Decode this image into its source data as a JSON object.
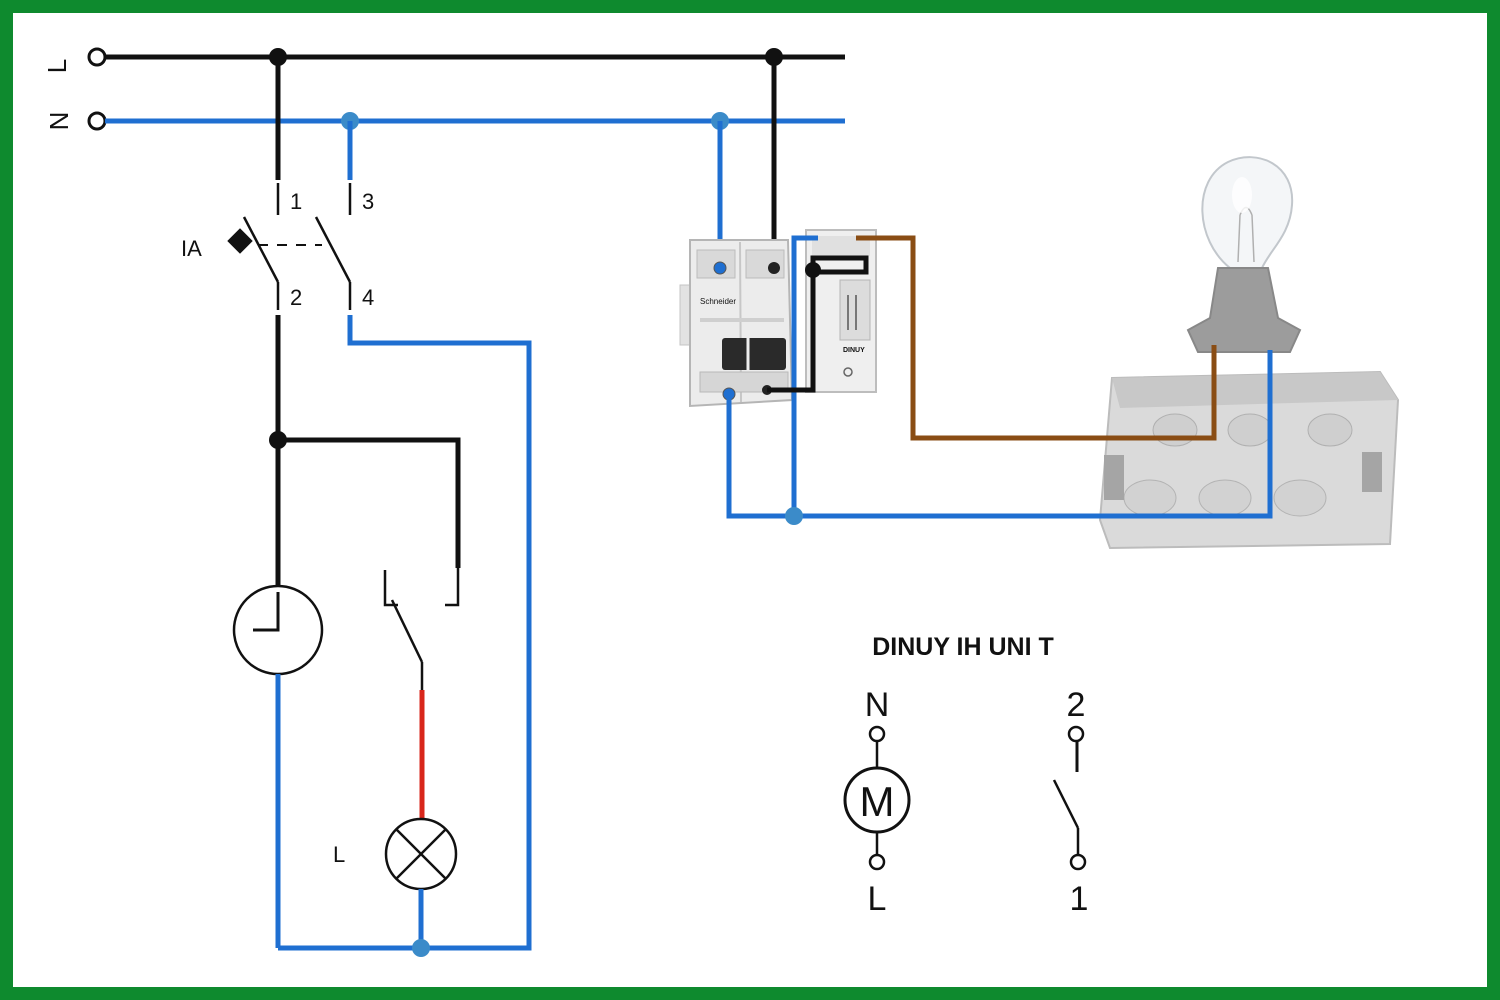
{
  "terminals": {
    "line": "L",
    "neutral": "N"
  },
  "breaker": {
    "label": "IA",
    "pins": [
      "1",
      "2",
      "3",
      "4"
    ]
  },
  "lamp_label": "L",
  "module": {
    "title": "DINUY IH UNI T",
    "left_top": "N",
    "left_bottom": "L",
    "motor": "M",
    "right_top": "2",
    "right_bottom": "1"
  },
  "device_text": {
    "brand": "Schneider",
    "timer_brand": "DINUY"
  },
  "colors": {
    "frame": "#0e8a2e",
    "phase": "#111111",
    "neutral": "#1f6fd1",
    "switched": "#d8261b",
    "lamp_feed": "#8a4d14",
    "node_blue": "#3b8bc9"
  }
}
